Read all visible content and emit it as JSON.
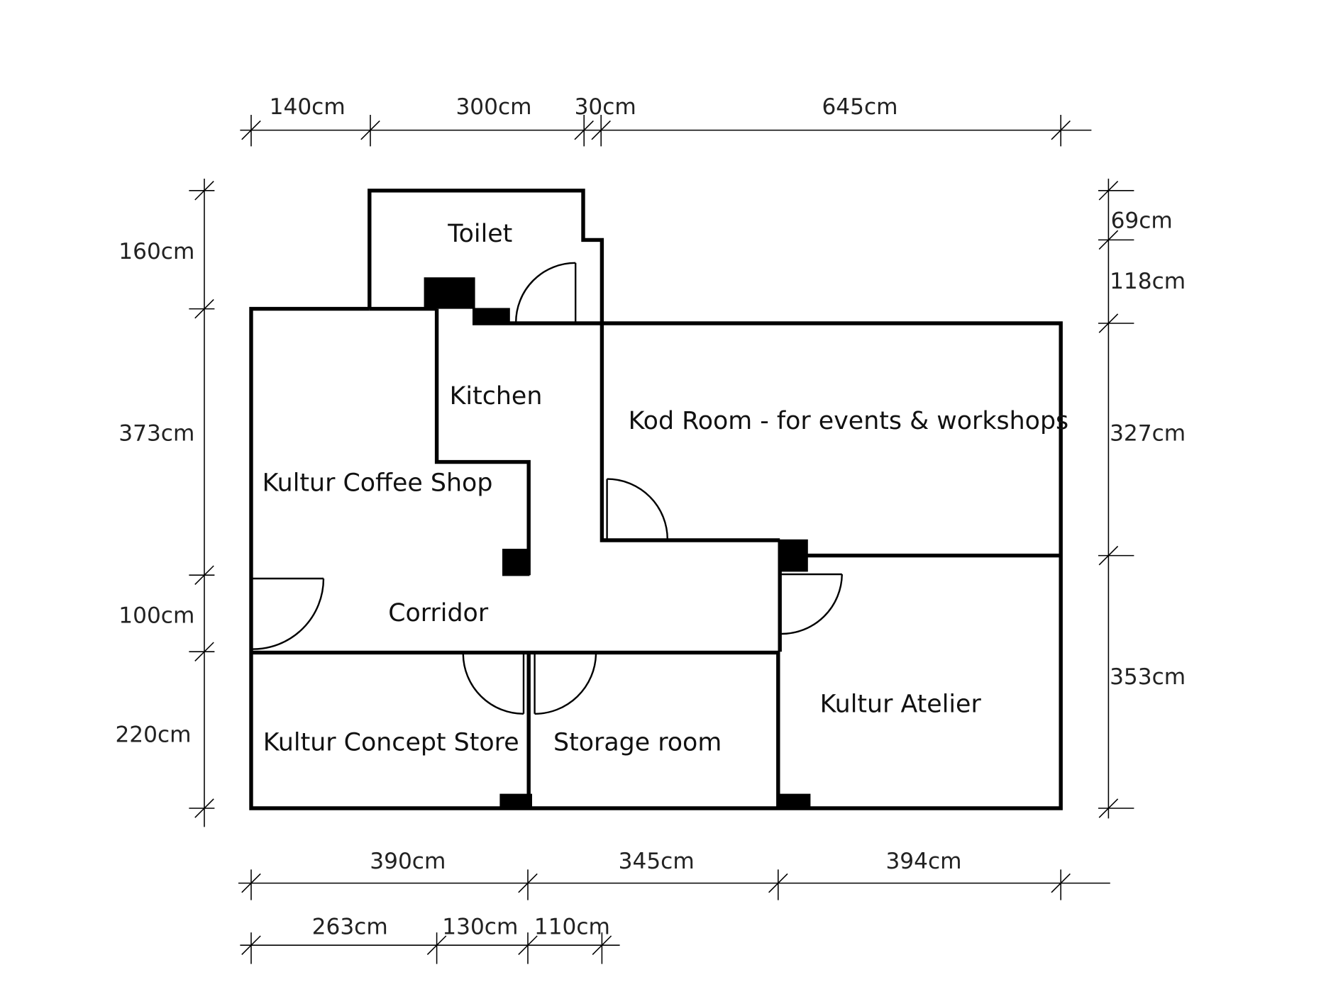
{
  "rooms": {
    "toilet": "Toilet",
    "kitchen": "Kitchen",
    "kod_room": "Kod Room - for events & workshops",
    "coffee_shop": "Kultur Coffee Shop",
    "corridor": "Corridor",
    "concept_store": "Kultur Concept Store",
    "storage": "Storage room",
    "atelier": "Kultur Atelier"
  },
  "dimensions": {
    "top": [
      "140cm",
      "300cm",
      "30cm",
      "645cm"
    ],
    "left": [
      "160cm",
      "373cm",
      "100cm",
      "220cm"
    ],
    "right": [
      "69cm",
      "118cm",
      "327cm",
      "353cm"
    ],
    "bottom_row1": [
      "390cm",
      "345cm",
      "394cm"
    ],
    "bottom_row2": [
      "263cm",
      "130cm",
      "110cm"
    ]
  }
}
